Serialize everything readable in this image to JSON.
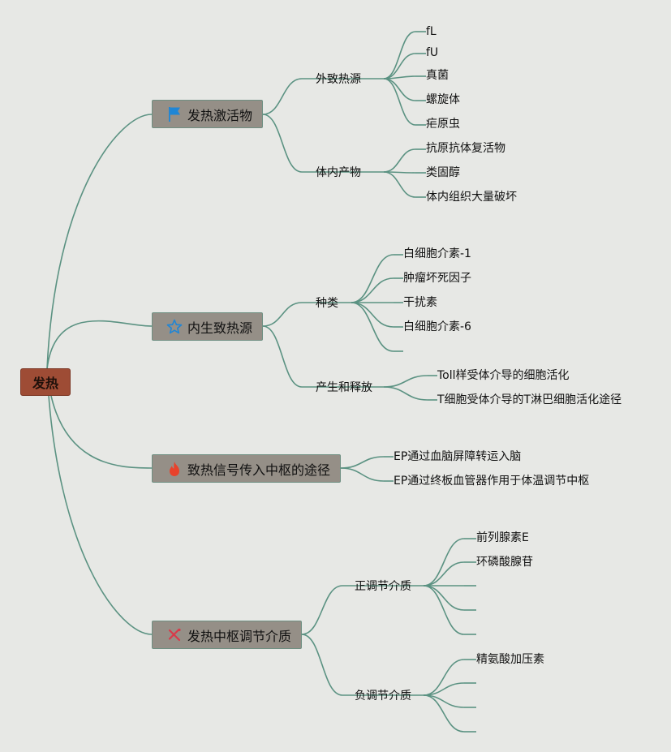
{
  "root": {
    "label": "发热"
  },
  "topics": [
    {
      "label": "发热激活物",
      "icon": "flag-icon",
      "groups": [
        {
          "label": "外致热源",
          "items": [
            "fL",
            "fU",
            "真菌",
            "螺旋体",
            "疟原虫"
          ]
        },
        {
          "label": "体内产物",
          "items": [
            "抗原抗体复活物",
            "类固醇",
            "体内组织大量破坏"
          ]
        }
      ]
    },
    {
      "label": "内生致热源",
      "icon": "star-icon",
      "groups": [
        {
          "label": "种类",
          "items": [
            "白细胞介素-1",
            "肿瘤坏死因子",
            "干扰素",
            "白细胞介素-6",
            ""
          ]
        },
        {
          "label": "产生和释放",
          "items": [
            "Toll样受体介导的细胞活化",
            "T细胞受体介导的T淋巴细胞活化途径"
          ]
        }
      ]
    },
    {
      "label": "致热信号传入中枢的途径",
      "icon": "flame-icon",
      "items": [
        "EP通过血脑屏障转运入脑",
        "EP通过终板血管器作用于体温调节中枢"
      ]
    },
    {
      "label": "发热中枢调节介质",
      "icon": "tools-icon",
      "groups": [
        {
          "label": "正调节介质",
          "items": [
            "前列腺素E",
            "环磷酸腺苷",
            "",
            "",
            ""
          ]
        },
        {
          "label": "负调节介质",
          "items": [
            "精氨酸加压素",
            "",
            "",
            ""
          ]
        }
      ]
    }
  ],
  "colors": {
    "background": "#e7e8e5",
    "root_fill": "#9e4c35",
    "topic_fill": "#958f87",
    "line": "#5b9282",
    "flag_icon": "#1f86d6",
    "star_icon": "#1f86d6",
    "flame_icon": "#e8422b",
    "tools_icon": "#d83a4a"
  }
}
